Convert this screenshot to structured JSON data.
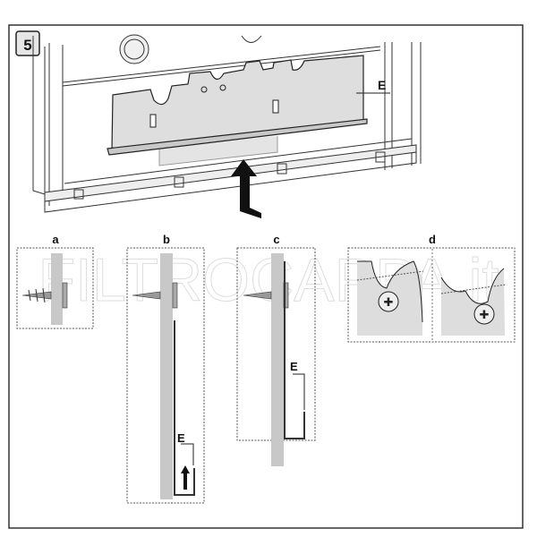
{
  "step_number": "5",
  "part_label": "E",
  "detail_labels": {
    "a": "a",
    "b": "b",
    "c": "c",
    "d": "d"
  },
  "watermark": "FILTROCAPPA.it",
  "colors": {
    "line": "#222222",
    "panel_fill": "#d8d8d8",
    "rod_fill": "#bdbdbd",
    "arrow": "#111111"
  }
}
